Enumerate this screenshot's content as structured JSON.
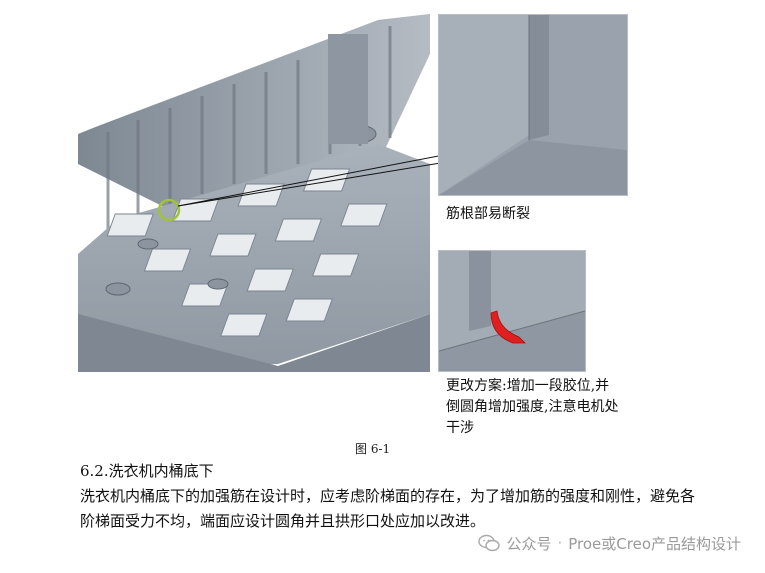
{
  "figure": {
    "caption": "图 6-1",
    "callout_top": "筋根部易断裂",
    "callout_bottom": "更改方案:增加一段胶位,并\n倒圆角增加强度,注意电机处\n干涉"
  },
  "section": {
    "title": "6.2.洗衣机内桶底下",
    "paragraph": "洗衣机内桶底下的加强筋在设计时，应考虑阶梯面的存在，为了增加筋的强度和刚性，避免各阶梯面受力不均，端面应设计圆角并且拱形口处应加以改进。"
  },
  "watermark": {
    "platform": "公众号",
    "separator": "·",
    "account": "Proe或Creo产品结构设计"
  },
  "colors": {
    "part_gray": "#9aa3ad",
    "highlight_circle": "#9fc43a",
    "fix_red": "#e02020"
  }
}
